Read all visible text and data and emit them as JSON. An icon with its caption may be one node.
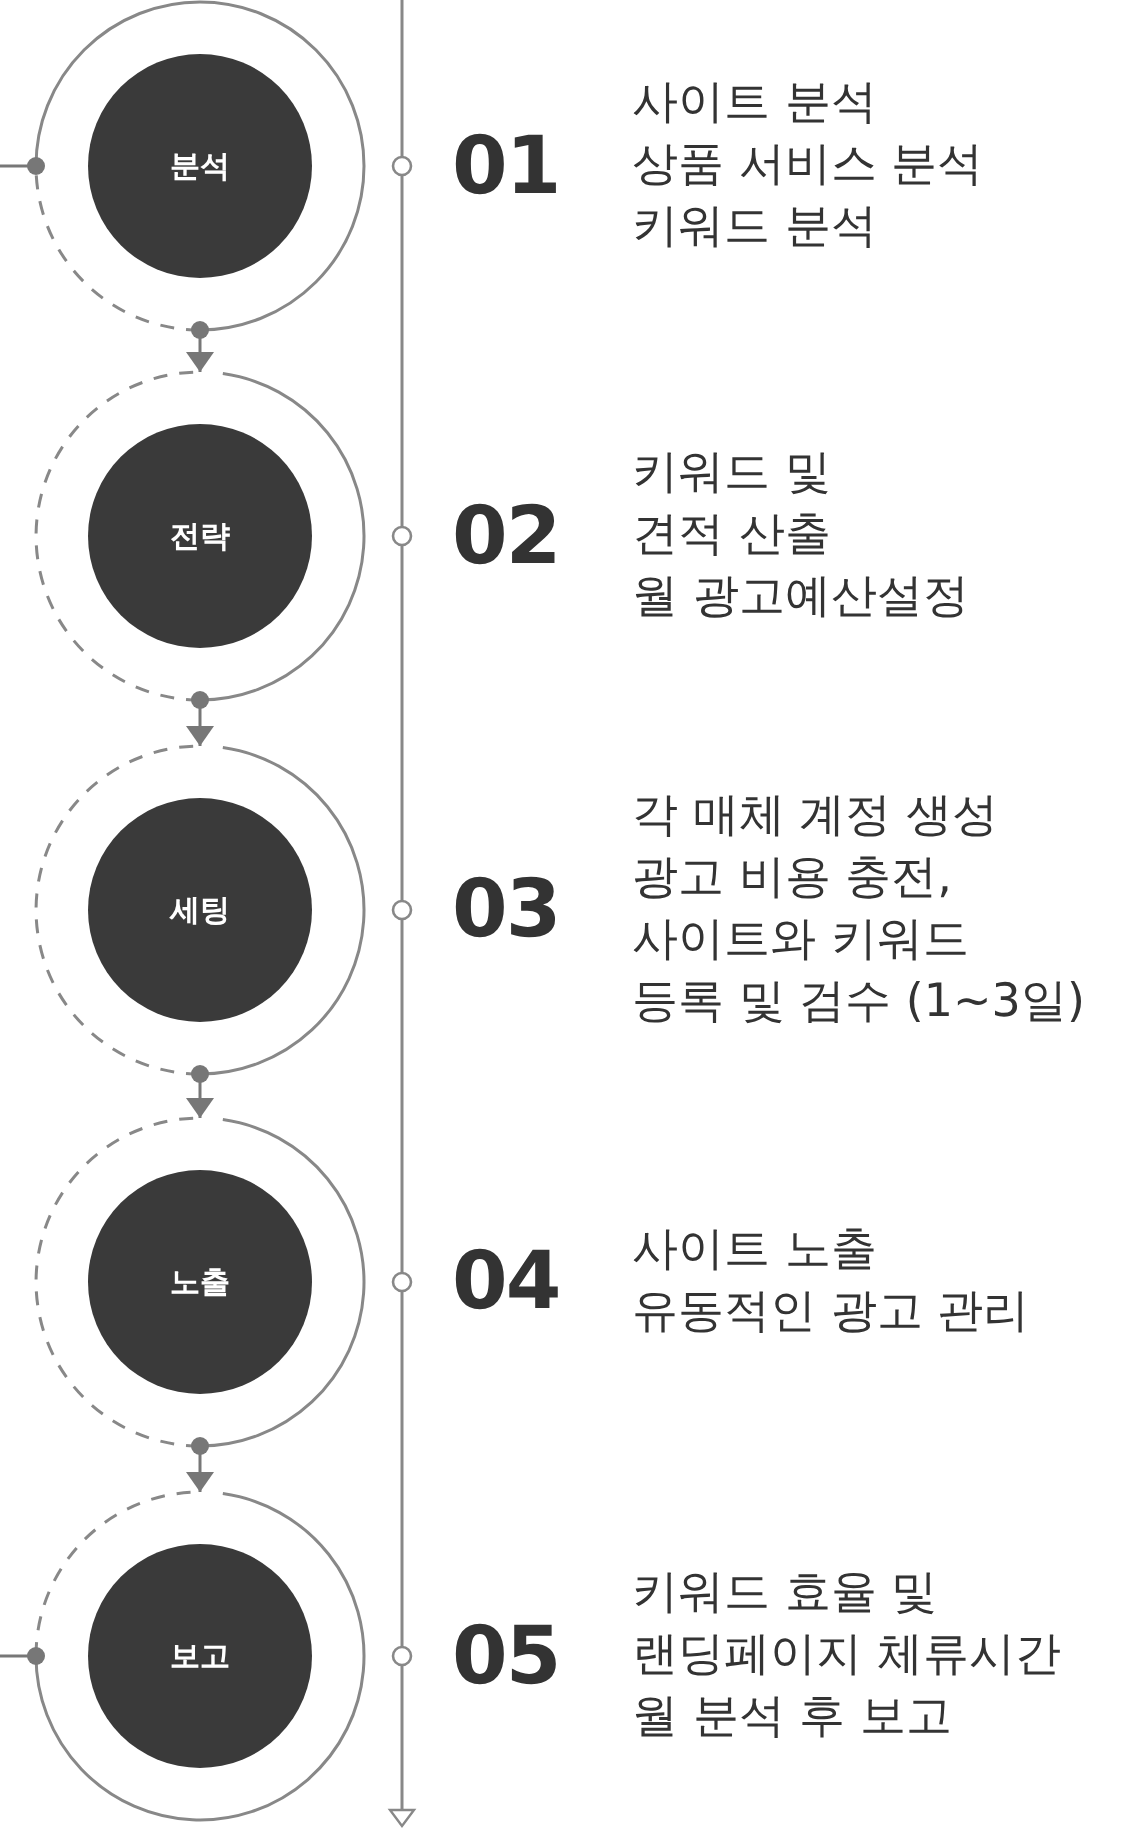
{
  "diagram": {
    "nodes": [
      {
        "text": [
          "분석"
        ],
        "beside": [
          "01",
          "사이트 분석",
          "상품 서비스 분석",
          "키워드 분석"
        ]
      },
      {
        "text": [
          "전략"
        ],
        "beside": [
          "02",
          "키워드 및",
          "견적 산출",
          "월 광고예산설정"
        ]
      },
      {
        "text": [
          "세팅"
        ],
        "beside": [
          "03",
          "각 매체 계정 생성",
          "광고 비용 충전,",
          "사이트와 키워드",
          "등록 및 검수 (1~3일)"
        ]
      },
      {
        "text": [
          "노출"
        ],
        "beside": [
          "04",
          "사이트 노출",
          "유동적인 광고 관리"
        ]
      },
      {
        "text": [
          "보고"
        ],
        "beside": [
          "05",
          "키워드 효율 및",
          "랜딩페이지 체류시간",
          "월 분석 후 보고"
        ]
      }
    ],
    "edges": [
      {
        "from": null,
        "to": 0,
        "arrow": "other"
      },
      {
        "from": 0,
        "to": 1,
        "arrow": "to"
      },
      {
        "from": 1,
        "to": 2,
        "arrow": "to"
      },
      {
        "from": 2,
        "to": 3,
        "arrow": "to"
      },
      {
        "from": 3,
        "to": 4,
        "arrow": "to"
      },
      {
        "from": 4,
        "to": null,
        "arrow": "other"
      }
    ]
  }
}
